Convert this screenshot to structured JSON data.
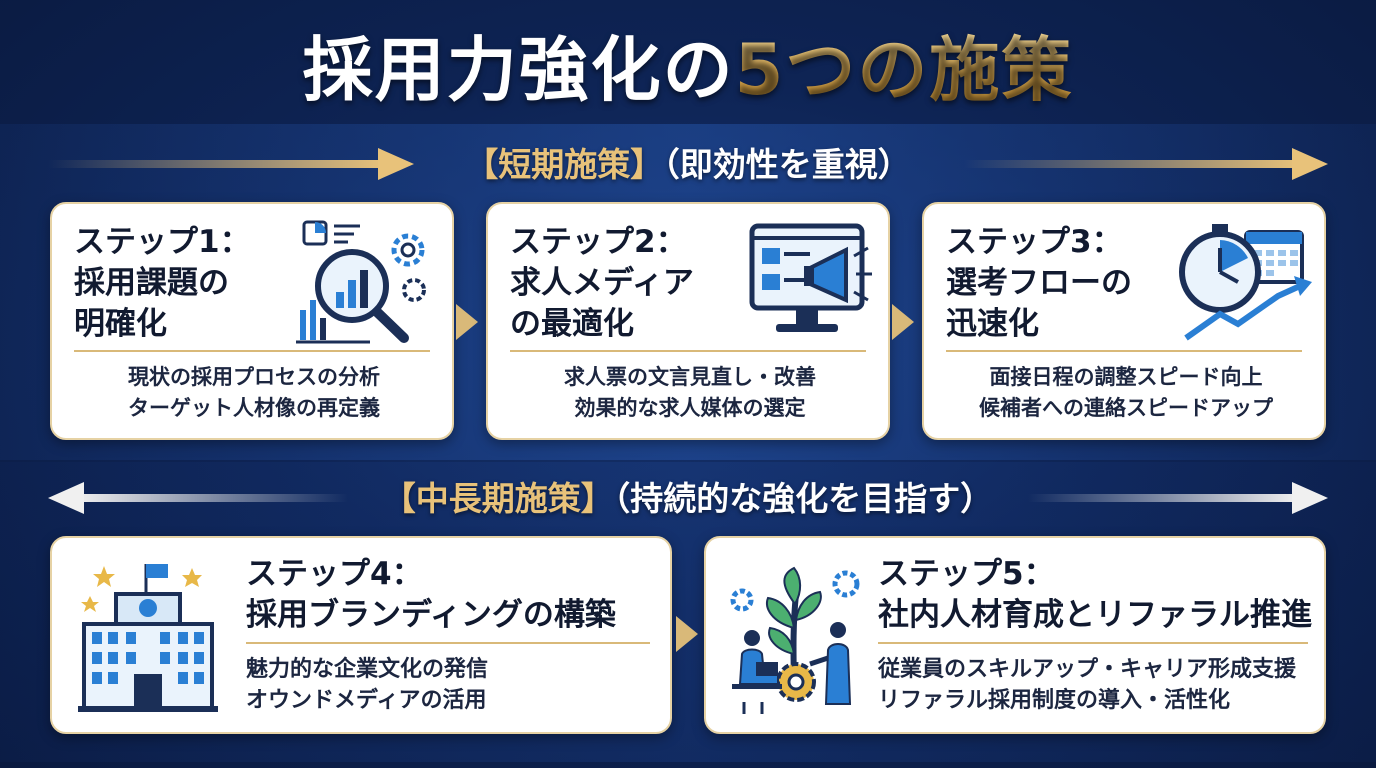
{
  "title": {
    "main": "採用力強化の",
    "accent": "5つの施策"
  },
  "short_term": {
    "label": "【短期施策】",
    "note": "（即効性を重視）"
  },
  "long_term": {
    "label": "【中長期施策】",
    "note": "（持続的な強化を目指す）"
  },
  "steps": [
    {
      "step_label": "ステップ1：",
      "title_line1": "採用課題の",
      "title_line2": "明確化",
      "desc_line1": "現状の採用プロセスの分析",
      "desc_line2": "ターゲット人材像の再定義",
      "icon": "magnifier-chart-icon"
    },
    {
      "step_label": "ステップ2：",
      "title_line1": "求人メディア",
      "title_line2": "の最適化",
      "desc_line1": "求人票の文言見直し・改善",
      "desc_line2": "効果的な求人媒体の選定",
      "icon": "monitor-megaphone-icon"
    },
    {
      "step_label": "ステップ3：",
      "title_line1": "選考フローの",
      "title_line2": "迅速化",
      "desc_line1": "面接日程の調整スピード向上",
      "desc_line2": "候補者への連絡スピードアップ",
      "icon": "stopwatch-calendar-icon"
    },
    {
      "step_label": "ステップ4：",
      "title_line1": "採用ブランディングの構築",
      "desc_line1": "魅力的な企業文化の発信",
      "desc_line2": "オウンドメディアの活用",
      "icon": "office-building-icon"
    },
    {
      "step_label": "ステップ5：",
      "title_line1": "社内人材育成とリファラル推進",
      "desc_line1": "従業員のスキルアップ・キャリア形成支援",
      "desc_line2": "リファラル採用制度の導入・活性化",
      "icon": "growth-tree-people-icon"
    }
  ],
  "colors": {
    "background": "#0e2455",
    "accent_gold": "#e2b96a",
    "icon_blue": "#2a7fd4",
    "icon_navy": "#1b2f57",
    "card": "#ffffff"
  }
}
